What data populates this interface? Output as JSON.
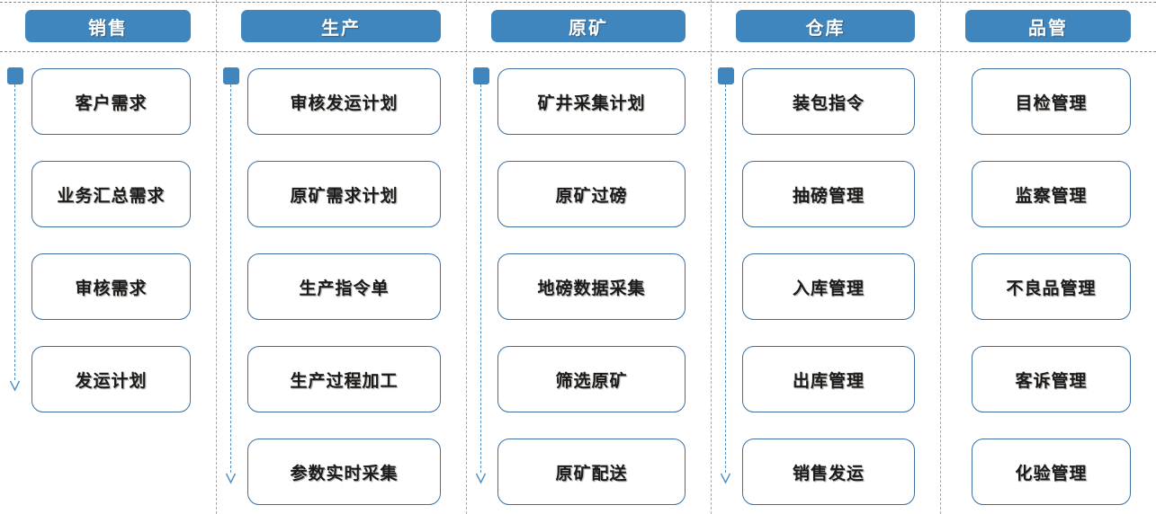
{
  "diagram": {
    "title": "",
    "colors": {
      "header_blue": "#3f86bf",
      "card_border_blue": "#3e6f9e",
      "arrow_blue": "#4a8fc6",
      "separator_gray": "#a8a8a8",
      "card_fill": "#ffffff"
    },
    "columns": [
      {
        "id": "sales",
        "header": "销售",
        "has_flow_arrow": true,
        "items": [
          {
            "label": "客户需求"
          },
          {
            "label": "业务汇总需求"
          },
          {
            "label": "审核需求"
          },
          {
            "label": "发运计划"
          }
        ]
      },
      {
        "id": "production",
        "header": "生产",
        "has_flow_arrow": true,
        "items": [
          {
            "label": "审核发运计划"
          },
          {
            "label": "原矿需求计划"
          },
          {
            "label": "生产指令单"
          },
          {
            "label": "生产过程加工"
          },
          {
            "label": "参数实时采集"
          }
        ]
      },
      {
        "id": "raw-ore",
        "header": "原矿",
        "has_flow_arrow": true,
        "items": [
          {
            "label": "矿井采集计划"
          },
          {
            "label": "原矿过磅"
          },
          {
            "label": "地磅数据采集"
          },
          {
            "label": "筛选原矿"
          },
          {
            "label": "原矿配送"
          }
        ]
      },
      {
        "id": "warehouse",
        "header": "仓库",
        "has_flow_arrow": true,
        "items": [
          {
            "label": "装包指令"
          },
          {
            "label": "抽磅管理"
          },
          {
            "label": "入库管理"
          },
          {
            "label": "出库管理"
          },
          {
            "label": "销售发运"
          }
        ]
      },
      {
        "id": "quality",
        "header": "品管",
        "has_flow_arrow": false,
        "items": [
          {
            "label": "目检管理"
          },
          {
            "label": "监察管理"
          },
          {
            "label": "不良品管理"
          },
          {
            "label": "客诉管理"
          },
          {
            "label": "化验管理"
          }
        ]
      }
    ]
  }
}
